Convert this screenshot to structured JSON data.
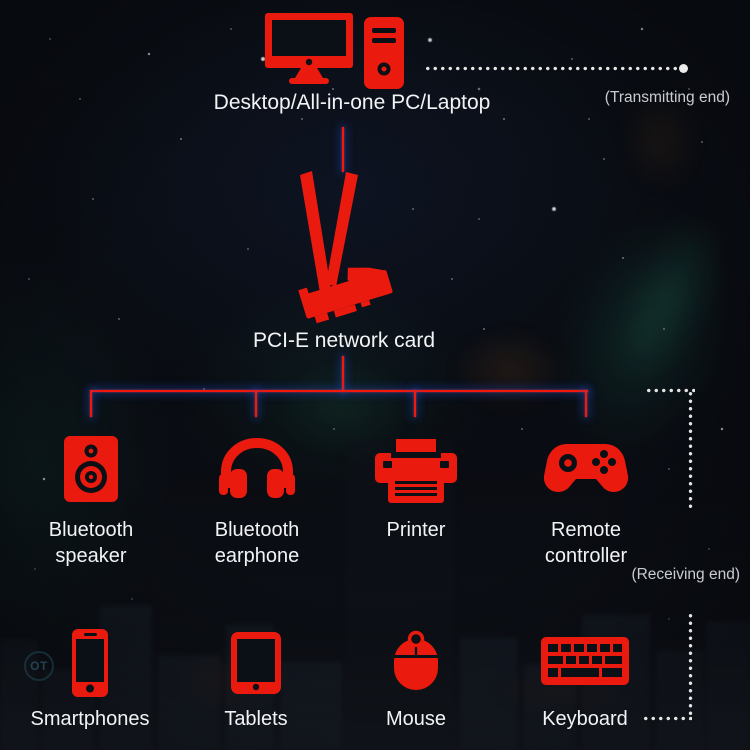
{
  "colors": {
    "accent_red": "#ea1a0e",
    "line_red": "#f3180c",
    "text_primary": "#f2f3f5",
    "text_secondary": "#c9ccd1"
  },
  "transmitting": {
    "device": {
      "label": "Desktop/All-in-one PC/Laptop",
      "icon": "desktop-pc-icon"
    },
    "end_note": "(Transmitting end)"
  },
  "hub": {
    "label": "PCI-E network card",
    "icon": "pcie-network-card-icon"
  },
  "receiving": {
    "end_note": "(Receiving end)"
  },
  "receivers_row1": [
    {
      "icon": "bluetooth-speaker-icon",
      "line1": "Bluetooth",
      "line2": "speaker"
    },
    {
      "icon": "bluetooth-earphone-icon",
      "line1": "Bluetooth",
      "line2": "earphone"
    },
    {
      "icon": "printer-icon",
      "line1": "Printer",
      "line2": ""
    },
    {
      "icon": "remote-controller-icon",
      "line1": "Remote",
      "line2": "controller"
    }
  ],
  "receivers_row2": [
    {
      "icon": "smartphone-icon",
      "label": "Smartphones"
    },
    {
      "icon": "tablet-icon",
      "label": "Tablets"
    },
    {
      "icon": "mouse-icon",
      "label": "Mouse"
    },
    {
      "icon": "keyboard-icon",
      "label": "Keyboard"
    }
  ],
  "background_watermark": "OT"
}
